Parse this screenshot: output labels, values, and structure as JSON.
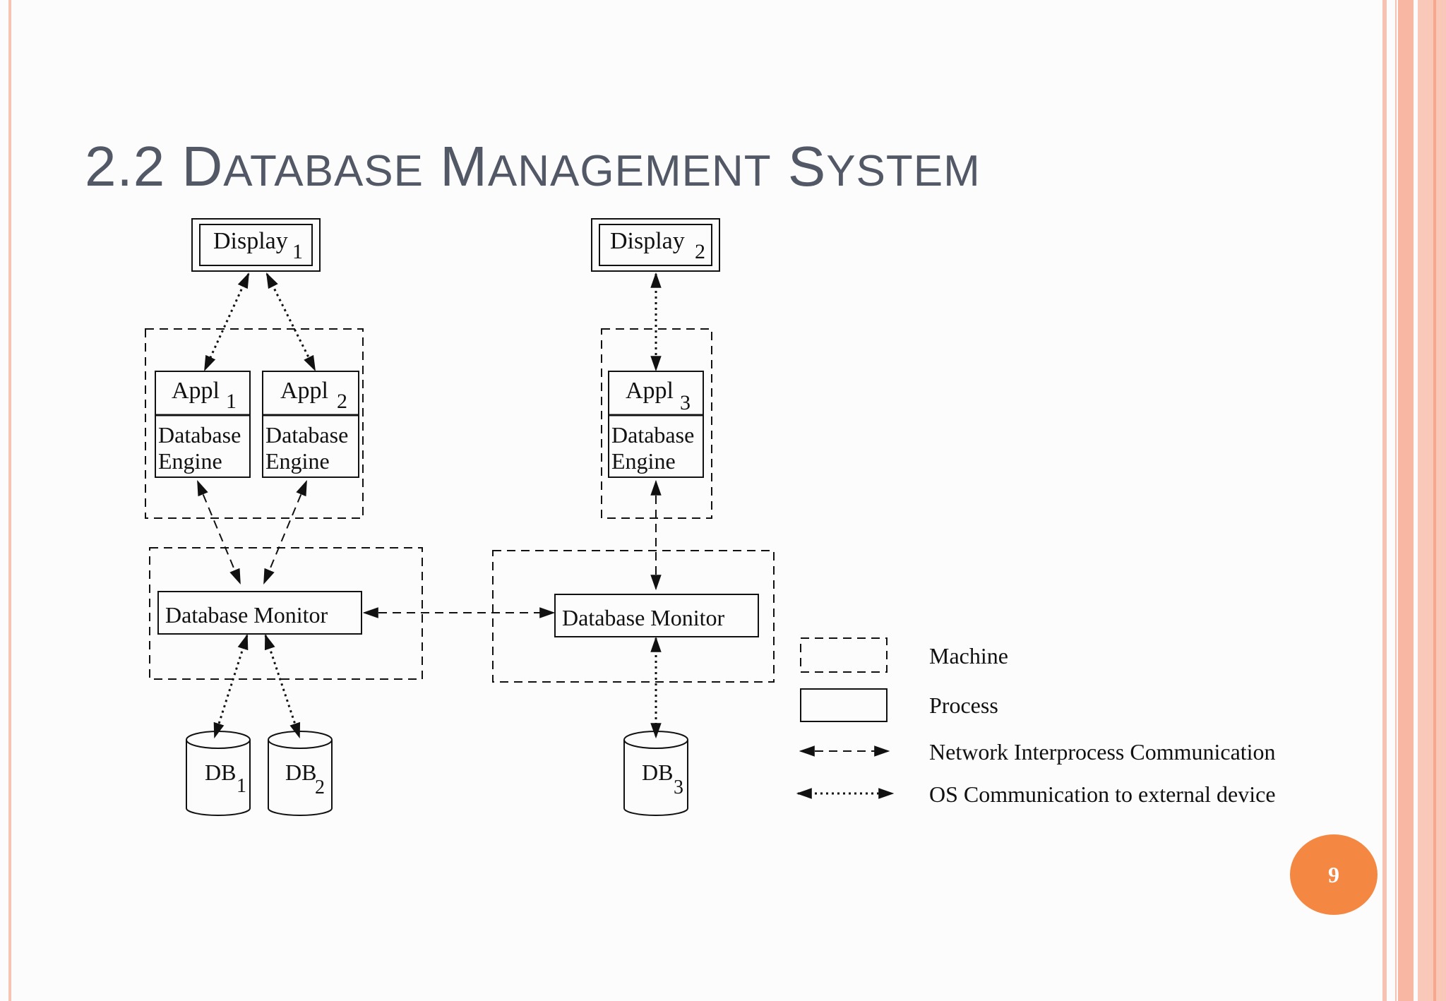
{
  "slide": {
    "title_num": "2.2 ",
    "title_word1_initial": "D",
    "title_word1_rest": "ATABASE",
    "title_word2_initial": "M",
    "title_word2_rest": "ANAGEMENT",
    "title_word3_initial": "S",
    "title_word3_rest": "YSTEM",
    "page_number": "9"
  },
  "diagram": {
    "display1": {
      "label": "Display",
      "sub": "1"
    },
    "display2": {
      "label": "Display",
      "sub": "2"
    },
    "appl1": {
      "label": "Appl",
      "sub": "1"
    },
    "appl2": {
      "label": "Appl",
      "sub": "2"
    },
    "appl3": {
      "label": "Appl",
      "sub": "3"
    },
    "engine_line1": "Database",
    "engine_line2": "Engine",
    "monitor_label": "Database Monitor",
    "db1": {
      "label": "DB",
      "sub": "1"
    },
    "db2": {
      "label": "DB",
      "sub": "2"
    },
    "db3": {
      "label": "DB",
      "sub": "3"
    }
  },
  "legend": [
    {
      "label": "Machine"
    },
    {
      "label": "Process"
    },
    {
      "label": "Network Interprocess Communication"
    },
    {
      "label": "OS Communication to external device"
    }
  ],
  "colors": {
    "title": "#535866",
    "badge": "#f48843",
    "border_stripe": "#f7b7a3"
  }
}
